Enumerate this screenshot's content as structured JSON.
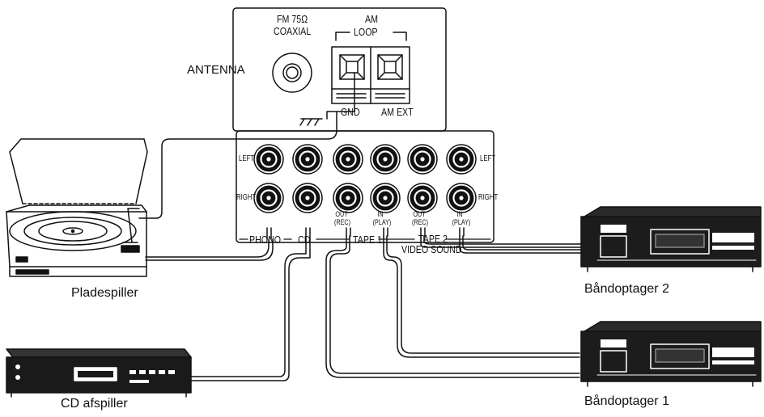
{
  "antenna": {
    "label": "ANTENNA",
    "fm_line1": "FM 75Ω",
    "fm_line2": "COAXIAL",
    "am_line1": "AM",
    "am_line2": "LOOP",
    "gnd": "GND",
    "am_ext": "AM EXT"
  },
  "jack_panel": {
    "left": "LEFT",
    "right": "RIGHT",
    "phono": "PHONO",
    "cd": "CD",
    "tape1": "TAPE 1",
    "tape2": "TAPE 2",
    "video_sound": "VIDEO SOUND",
    "out_1": "OUT",
    "rec_1": "(REC)",
    "in_1": "IN",
    "play_1": "(PLAY)",
    "out_2": "OUT",
    "rec_2": "(REC)",
    "in_2": "IN",
    "play_2": "(PLAY)"
  },
  "devices": {
    "turntable": "Pladespiller",
    "cd_player": "CD afspiller",
    "tape_deck_2": "Båndoptager 2",
    "tape_deck_1": "Båndoptager 1"
  }
}
